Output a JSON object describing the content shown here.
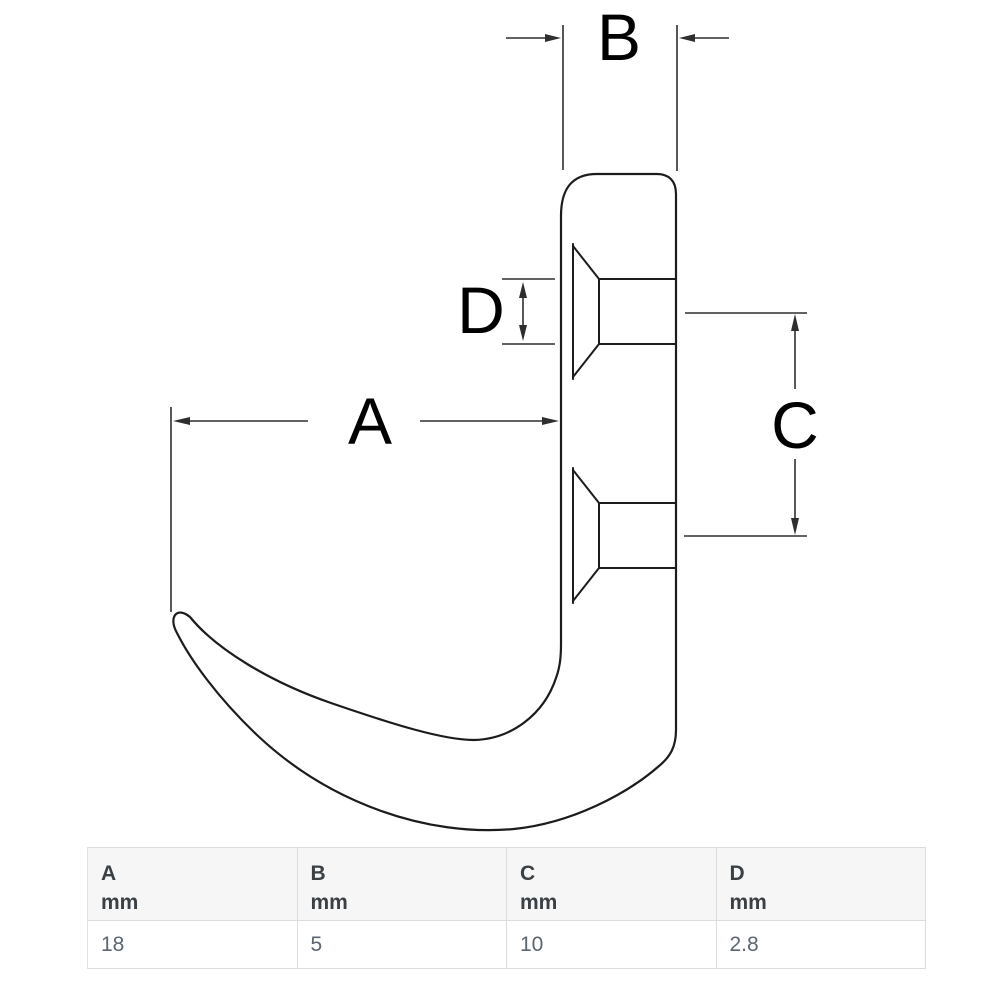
{
  "diagram": {
    "description": "Cross-section technical drawing of a wall hook with mounting plate, two countersunk screw holes and dimension callouts",
    "dim_labels": {
      "a": "A",
      "b": "B",
      "c": "C",
      "d": "D"
    }
  },
  "spec_table": {
    "headers": [
      {
        "dim": "A",
        "unit": "mm"
      },
      {
        "dim": "B",
        "unit": "mm"
      },
      {
        "dim": "C",
        "unit": "mm"
      },
      {
        "dim": "D",
        "unit": "mm"
      }
    ],
    "values": [
      "18",
      "5",
      "10",
      "2.8"
    ]
  },
  "colors": {
    "line": "#1c1c1c",
    "dimension_line": "#2e2e2e",
    "table_border": "#dddddd",
    "table_header_bg": "#f6f6f6",
    "table_header_text": "#3b4045",
    "table_value_text": "#5c6670",
    "background": "#ffffff"
  }
}
